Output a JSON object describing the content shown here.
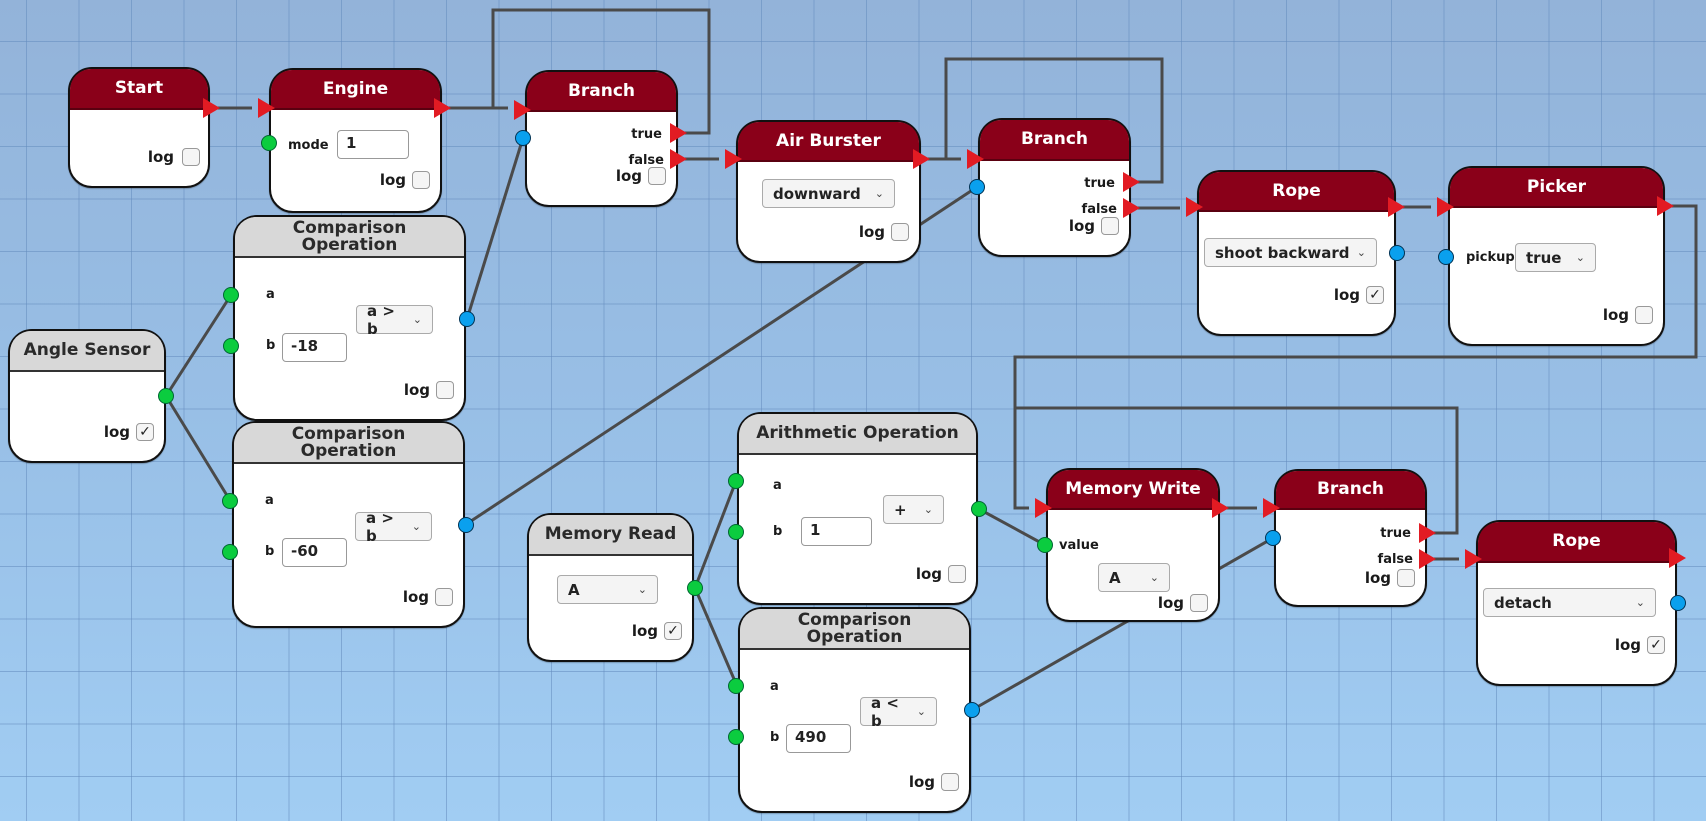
{
  "canvas": {
    "background_top": "#93b3d9",
    "background_bottom": "#a1cdf3",
    "wire_color": "#4a4a4a",
    "action_header_color": "#8a0019",
    "data_header_color": "#d8d8d8",
    "exec_port_color": "#e21b23",
    "number_port_color": "#0bcc3f",
    "boolean_port_color": "#0aa0ee"
  },
  "common": {
    "log_label": "log",
    "check_mark": "✓",
    "chevron": "⌄"
  },
  "nodes": {
    "start": {
      "title": "Start",
      "log_checked": false
    },
    "engine": {
      "title": "Engine",
      "mode_label": "mode",
      "mode_value": "1",
      "log_checked": false
    },
    "branch1": {
      "title": "Branch",
      "true_label": "true",
      "false_label": "false",
      "log_checked": false
    },
    "comparison1": {
      "title_line1": "Comparison",
      "title_line2": "Operation",
      "a_label": "a",
      "b_label": "b",
      "b_value": "-18",
      "operator": "a > b",
      "log_checked": false
    },
    "angle_sensor": {
      "title": "Angle Sensor",
      "log_checked": true
    },
    "comparison2": {
      "title_line1": "Comparison",
      "title_line2": "Operation",
      "a_label": "a",
      "b_label": "b",
      "b_value": "-60",
      "operator": "a > b",
      "log_checked": false
    },
    "air_burster": {
      "title": "Air Burster",
      "direction": "downward",
      "log_checked": false
    },
    "branch2": {
      "title": "Branch",
      "true_label": "true",
      "false_label": "false",
      "log_checked": false
    },
    "rope1": {
      "title": "Rope",
      "action": "shoot backward",
      "log_checked": true
    },
    "picker": {
      "title": "Picker",
      "pickup_label": "pickup",
      "pickup_value": "true",
      "log_checked": false
    },
    "arithmetic": {
      "title": "Arithmetic Operation",
      "a_label": "a",
      "b_label": "b",
      "b_value": "1",
      "operator": "+",
      "log_checked": false
    },
    "memory_read": {
      "title": "Memory Read",
      "slot": "A",
      "log_checked": true
    },
    "comparison3": {
      "title_line1": "Comparison",
      "title_line2": "Operation",
      "a_label": "a",
      "b_label": "b",
      "b_value": "490",
      "operator": "a < b",
      "log_checked": false
    },
    "memory_write": {
      "title": "Memory Write",
      "value_label": "value",
      "slot": "A",
      "log_checked": false
    },
    "branch3": {
      "title": "Branch",
      "true_label": "true",
      "false_label": "false",
      "log_checked": false
    },
    "rope2": {
      "title": "Rope",
      "action": "detach",
      "log_checked": true
    }
  }
}
